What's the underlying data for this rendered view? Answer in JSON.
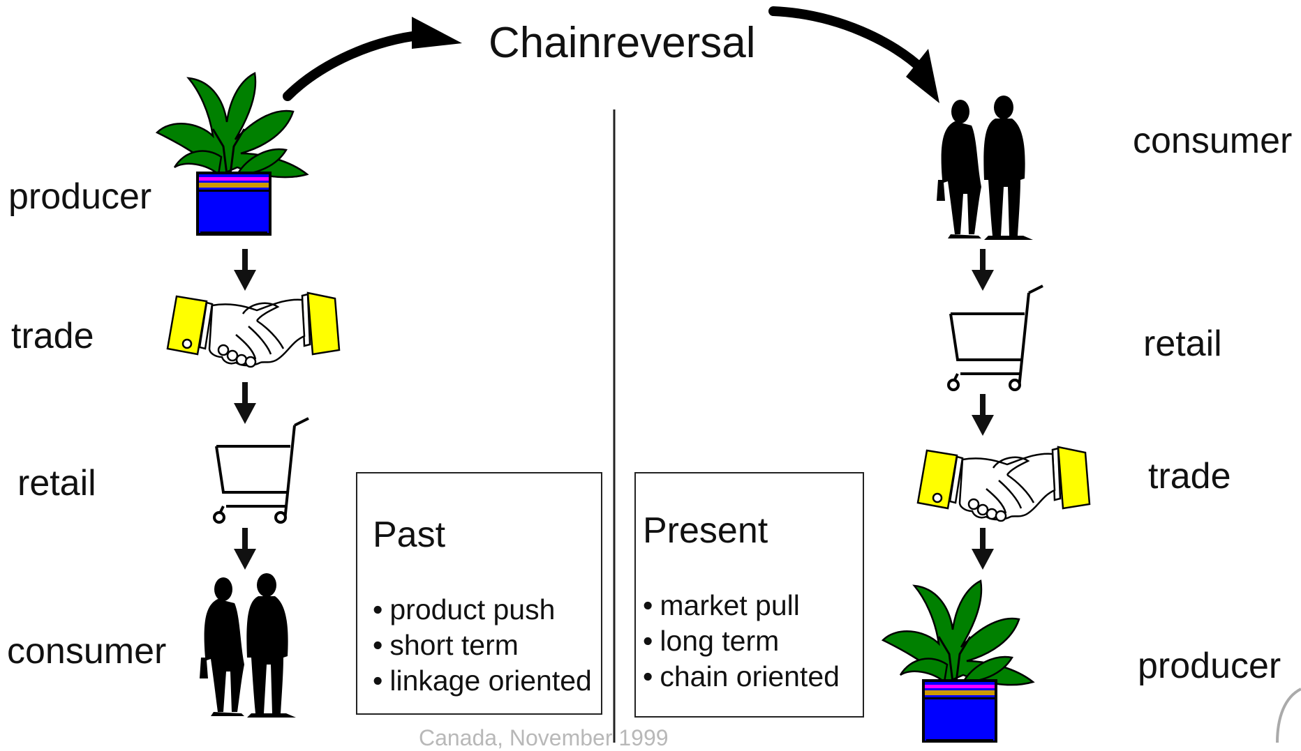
{
  "title": "Chainreversal",
  "left_chain": {
    "labels": [
      "producer",
      "trade",
      "retail",
      "consumer"
    ],
    "icons": [
      "plant-icon",
      "handshake-icon",
      "shopping-cart-icon",
      "people-icon"
    ]
  },
  "right_chain": {
    "labels": [
      "consumer",
      "retail",
      "trade",
      "producer"
    ],
    "icons": [
      "people-icon",
      "shopping-cart-icon",
      "handshake-icon",
      "plant-icon"
    ]
  },
  "past_box": {
    "title": "Past",
    "items": [
      "product push",
      "short term",
      "linkage oriented"
    ]
  },
  "present_box": {
    "title": "Present",
    "items": [
      "market pull",
      "long term",
      "chain oriented"
    ]
  },
  "footer": "Canada, November 1999",
  "colors": {
    "plant_green": "#008000",
    "pot_blue": "#0000ff",
    "cuff_yellow": "#ffff00",
    "stripe_magenta": "#ff00ff",
    "stripe_gold": "#cc9900"
  }
}
